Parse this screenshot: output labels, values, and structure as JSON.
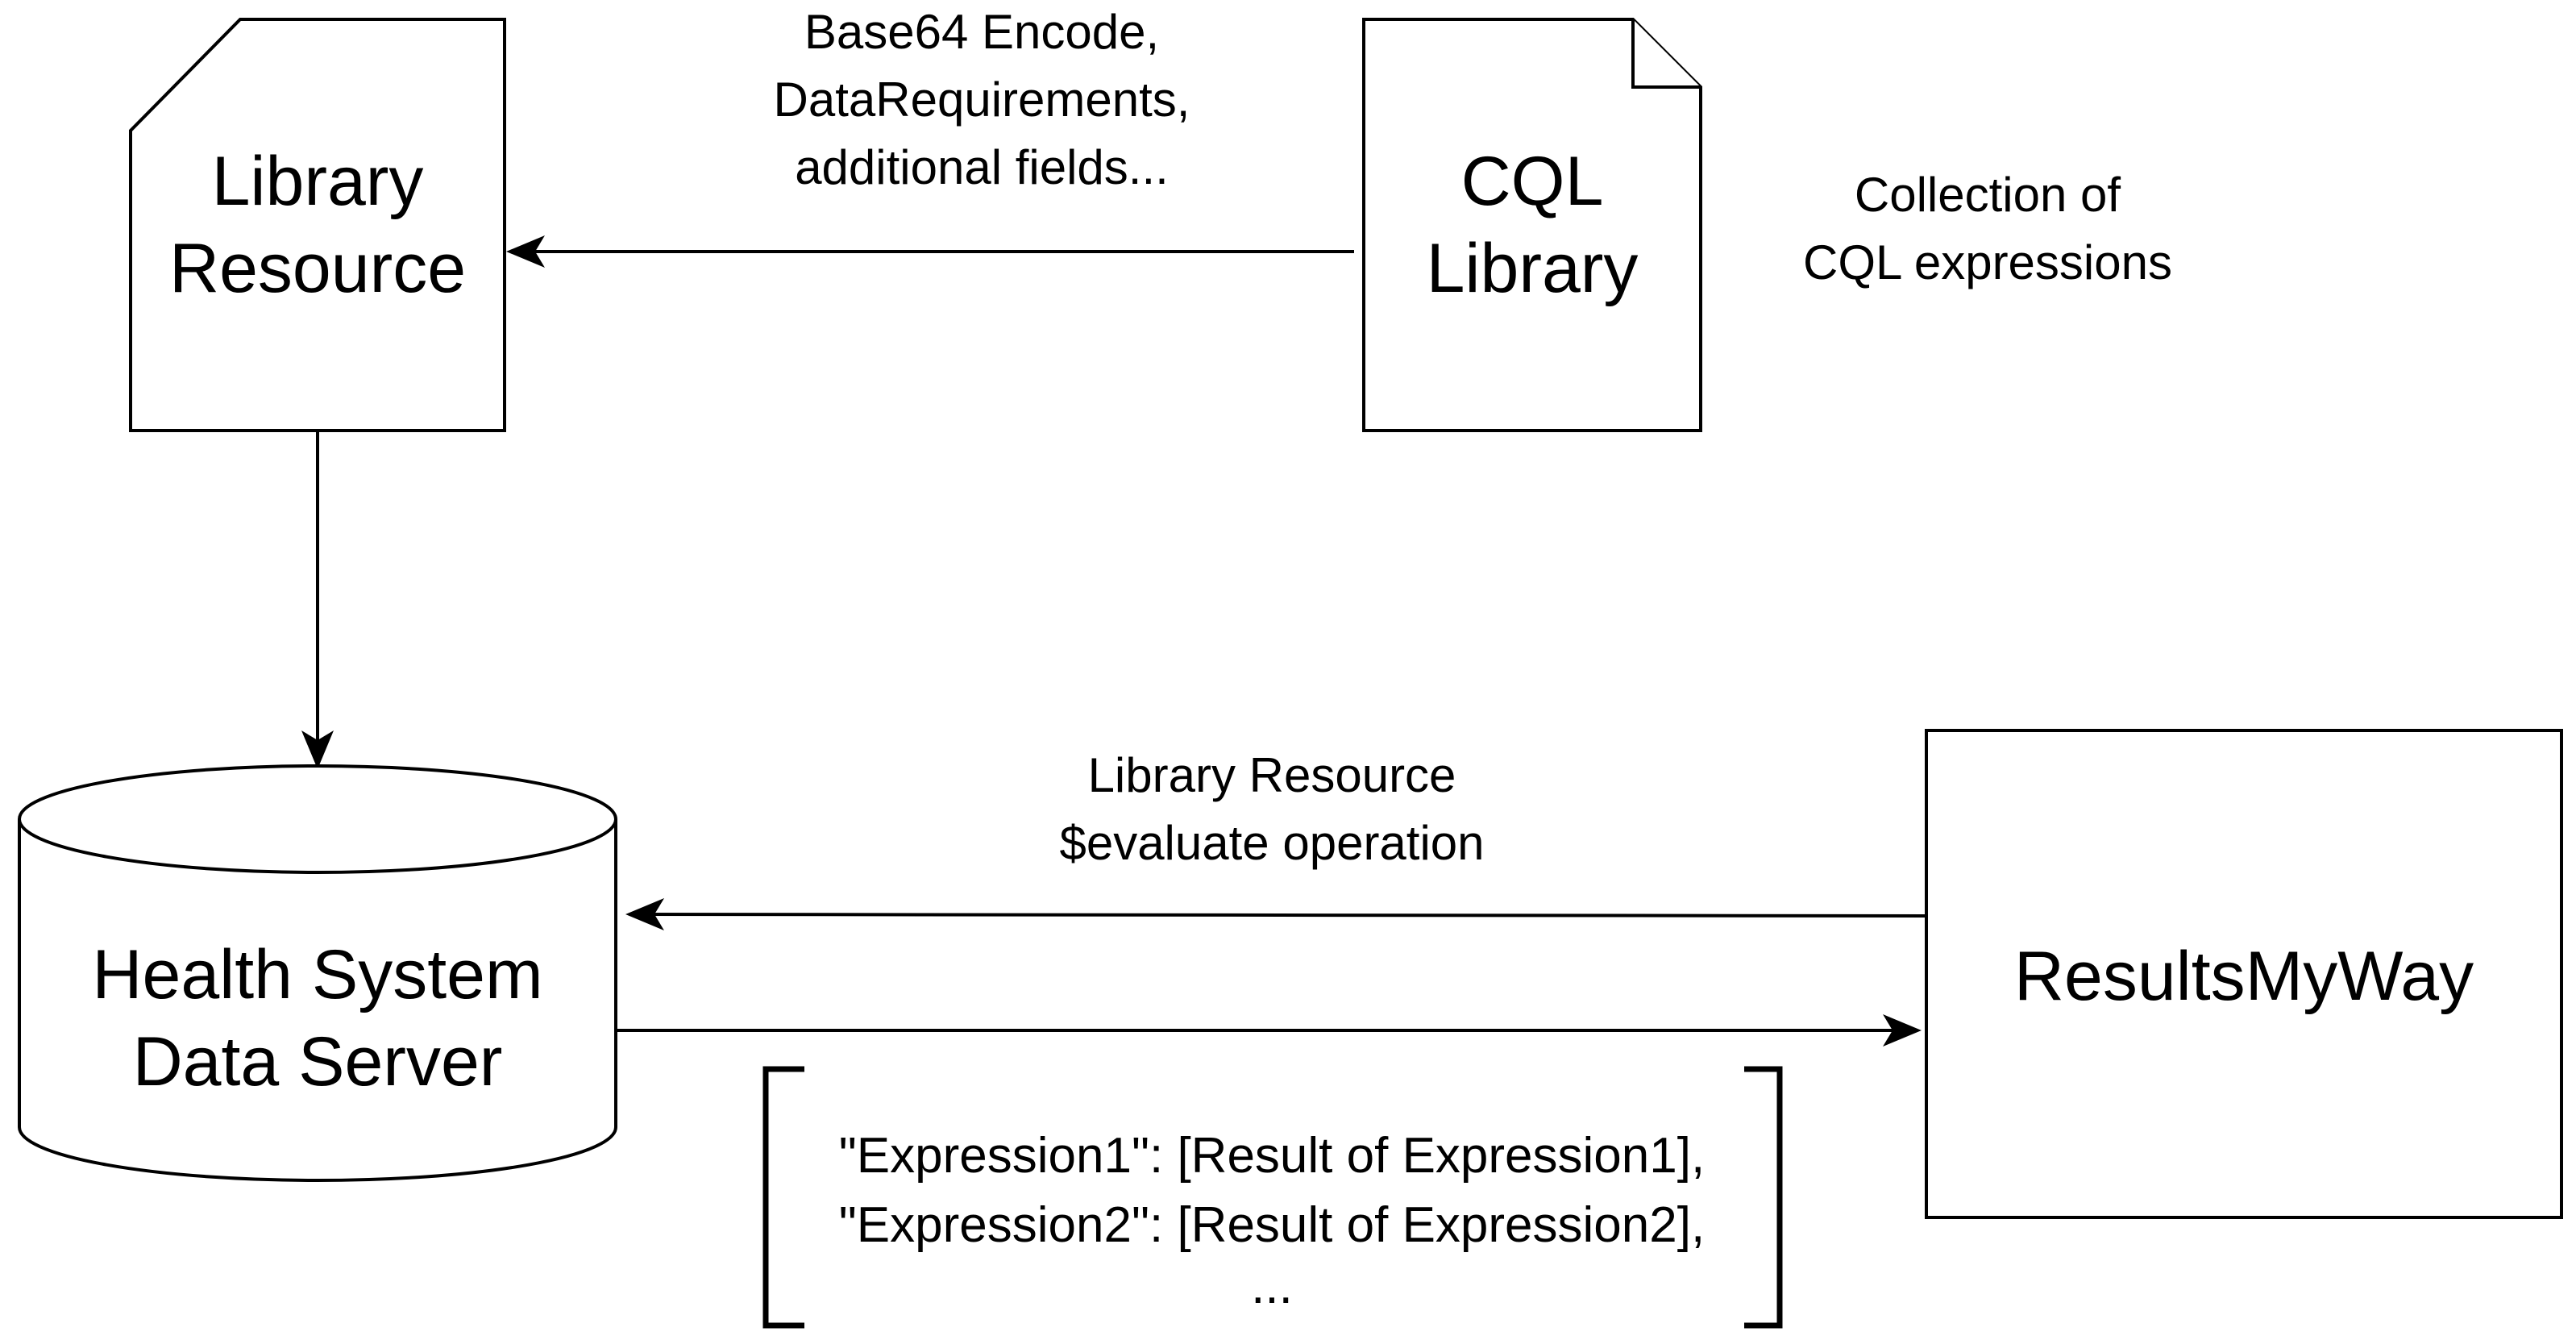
{
  "nodes": {
    "library_resource": {
      "line1": "Library",
      "line2": "Resource"
    },
    "cql_library": {
      "line1": "CQL",
      "line2": "Library"
    },
    "health_system_data_server": {
      "line1": "Health System",
      "line2": "Data Server"
    },
    "results_my_way": {
      "label": "ResultsMyWay"
    }
  },
  "edges": {
    "cql_to_library": {
      "line1": "Base64 Encode,",
      "line2": "DataRequirements,",
      "line3": "additional fields..."
    },
    "results_to_server": {
      "line1": "Library Resource",
      "line2": "$evaluate operation"
    }
  },
  "notes": {
    "cql_library_note": {
      "line1": "Collection of",
      "line2": "CQL expressions"
    },
    "result_list": {
      "line1": "\"Expression1\": [Result of Expression1],",
      "line2": "\"Expression2\": [Result of Expression2],",
      "line3": "..."
    }
  }
}
